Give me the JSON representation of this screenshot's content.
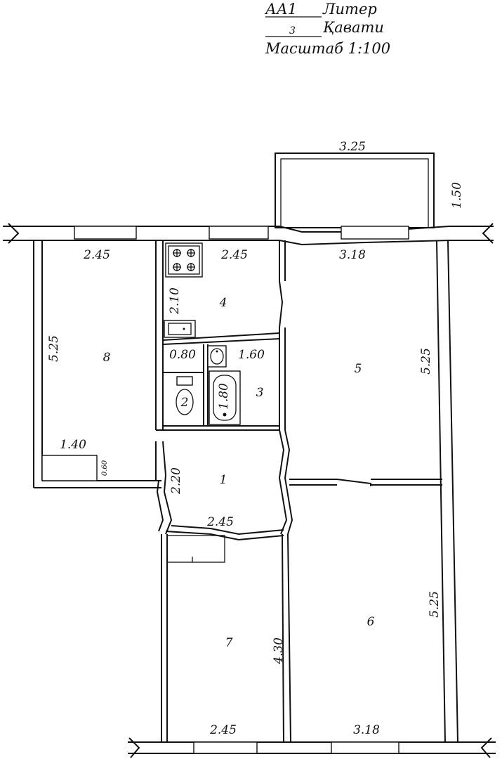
{
  "header": {
    "liter_code": "АА1",
    "liter_label": "Литер",
    "floor_number": "3",
    "floor_label": "Қавати",
    "scale_label": "Масштаб 1:100"
  },
  "rooms": {
    "r1": "1",
    "r3": "3",
    "r4": "4",
    "r5": "5",
    "r6": "6",
    "r7": "7",
    "r8": "8",
    "toilet_marker": "2"
  },
  "dimensions": {
    "balcony_width": "3.25",
    "balcony_depth": "1.50",
    "room8_width": "2.45",
    "room8_length": "5.25",
    "room8_niche_width": "1.40",
    "room8_niche_depth": "0.60",
    "room4_width": "2.45",
    "room4_length": "2.10",
    "room5_width": "3.18",
    "room5_length": "5.25",
    "wc_width": "0.80",
    "bath_width": "1.60",
    "bath_length": "1.80",
    "hall_depth": "2.20",
    "hall_width": "2.45",
    "room6_length": "5.25",
    "room6_width": "3.18",
    "room7_length": "4.30",
    "room7_width": "2.45"
  },
  "icons": {
    "stove": "stove-icon",
    "sink": "kitchen-sink-icon",
    "washbasin": "washbasin-icon",
    "toilet": "toilet-icon",
    "bathtub": "bathtub-icon"
  }
}
